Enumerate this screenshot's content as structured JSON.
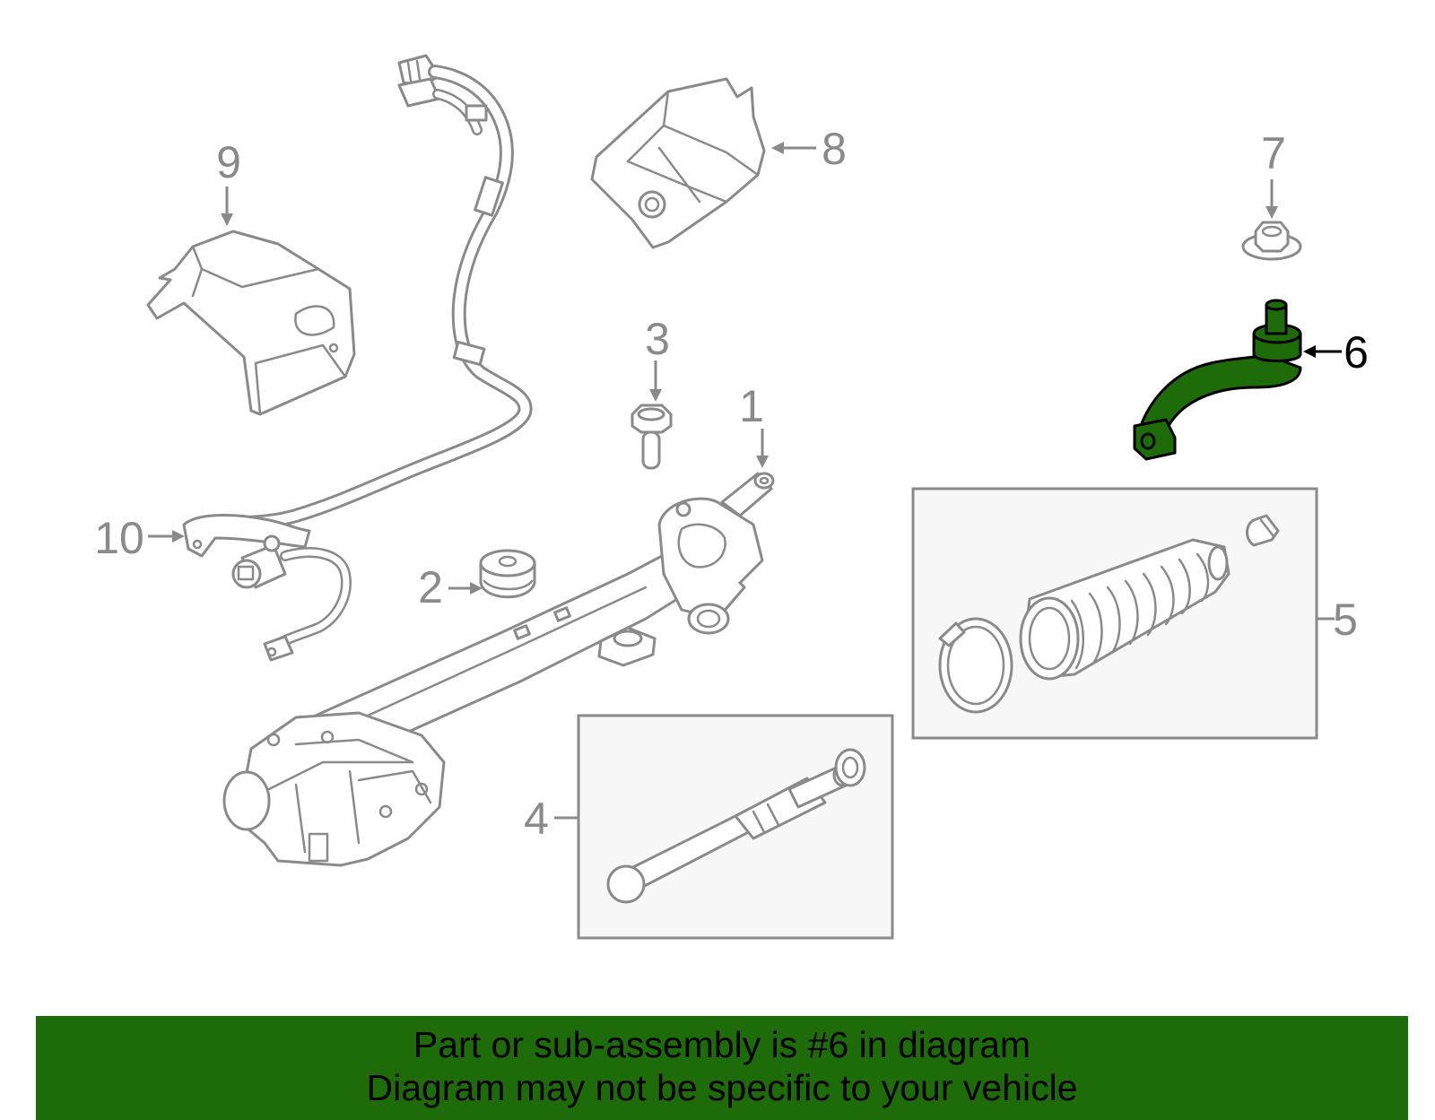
{
  "callouts": [
    "1",
    "2",
    "3",
    "4",
    "5",
    "6",
    "7",
    "8",
    "9",
    "10"
  ],
  "highlighted_part": "6",
  "colors": {
    "line_art": "#8a8a8a",
    "highlight_fill": "#1e6b0a",
    "banner_background": "#1e6b0a",
    "banner_text": "#000000"
  },
  "banner": {
    "line1": "Part or sub-assembly is #6 in diagram",
    "line2": "Diagram may not be specific to your vehicle"
  }
}
